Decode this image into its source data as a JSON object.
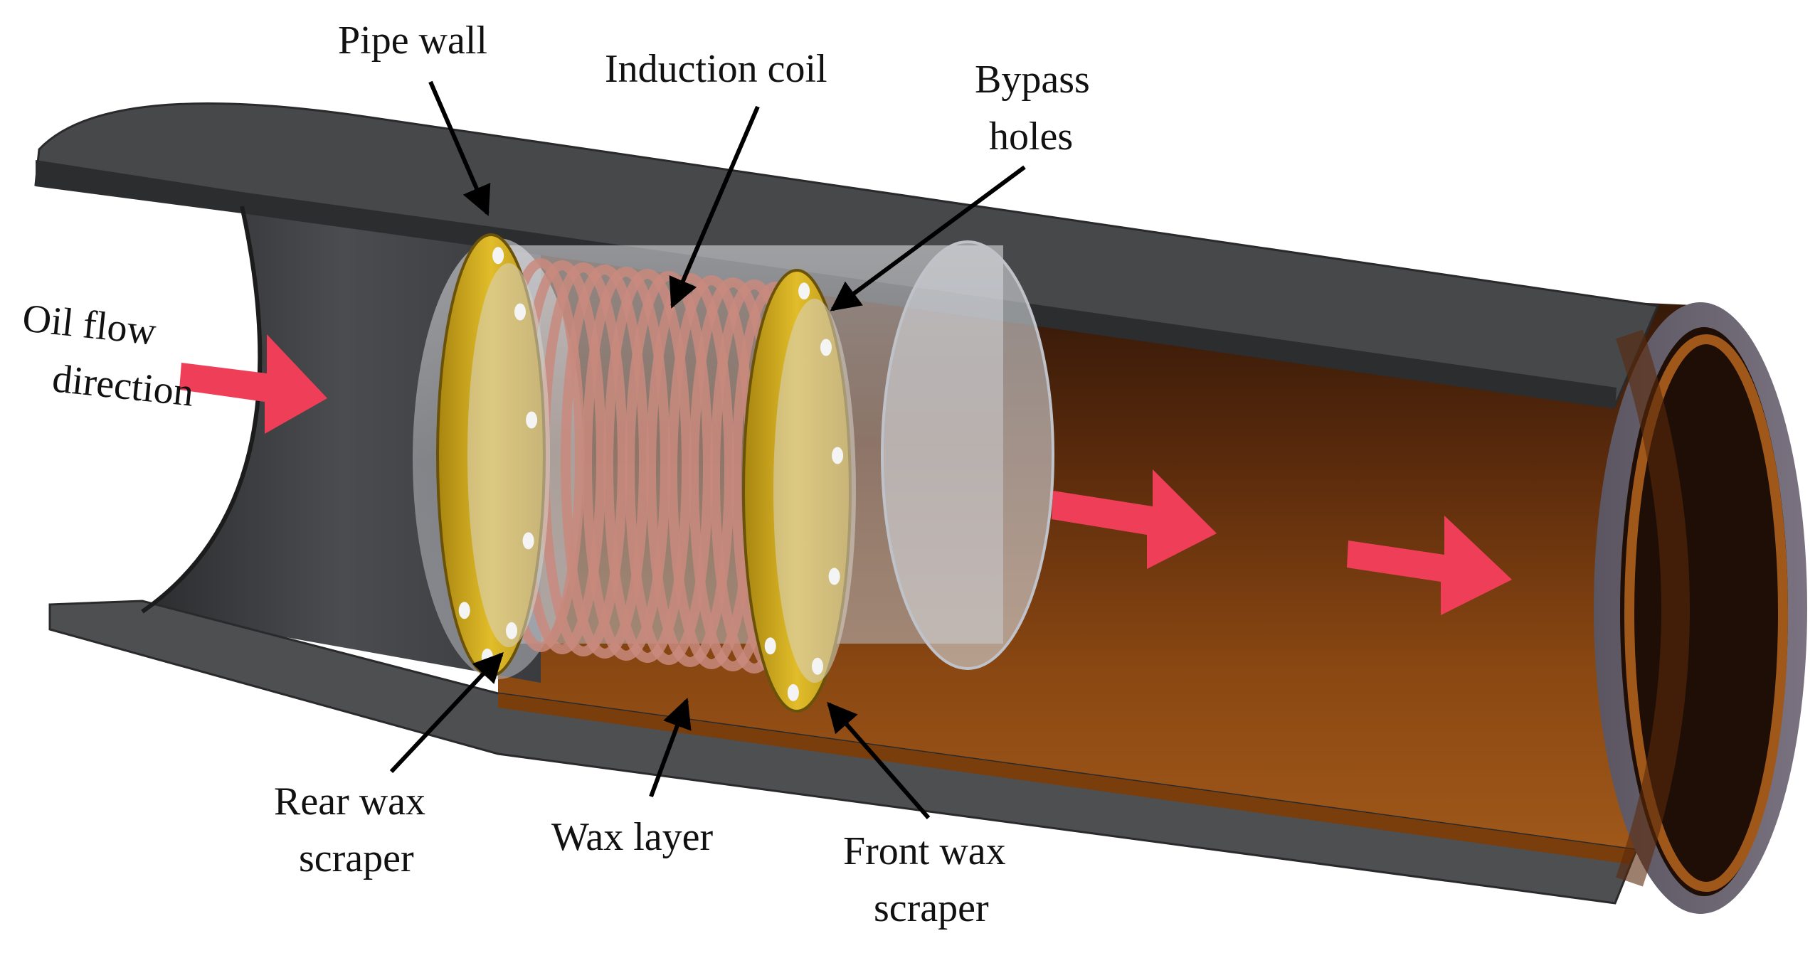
{
  "labels": {
    "pipe_wall": "Pipe wall",
    "induction_coil": "Induction coil",
    "bypass_holes_line1": "Bypass",
    "bypass_holes_line2": "holes",
    "oil_flow_line1": "Oil flow",
    "oil_flow_line2": "direction",
    "rear_scraper_line1": "Rear wax",
    "rear_scraper_line2": "scraper",
    "wax_layer": "Wax layer",
    "front_scraper_line1": "Front wax",
    "front_scraper_line2": "scraper"
  },
  "colors": {
    "pipe_dark": "#3a3b3d",
    "pipe_top": "#4a4b4e",
    "wax": "#8a4a10",
    "scraper": "#c9a21e",
    "coil": "#c98a7e",
    "flow_arrow": "#ef3f58",
    "leader_line": "#000000"
  }
}
